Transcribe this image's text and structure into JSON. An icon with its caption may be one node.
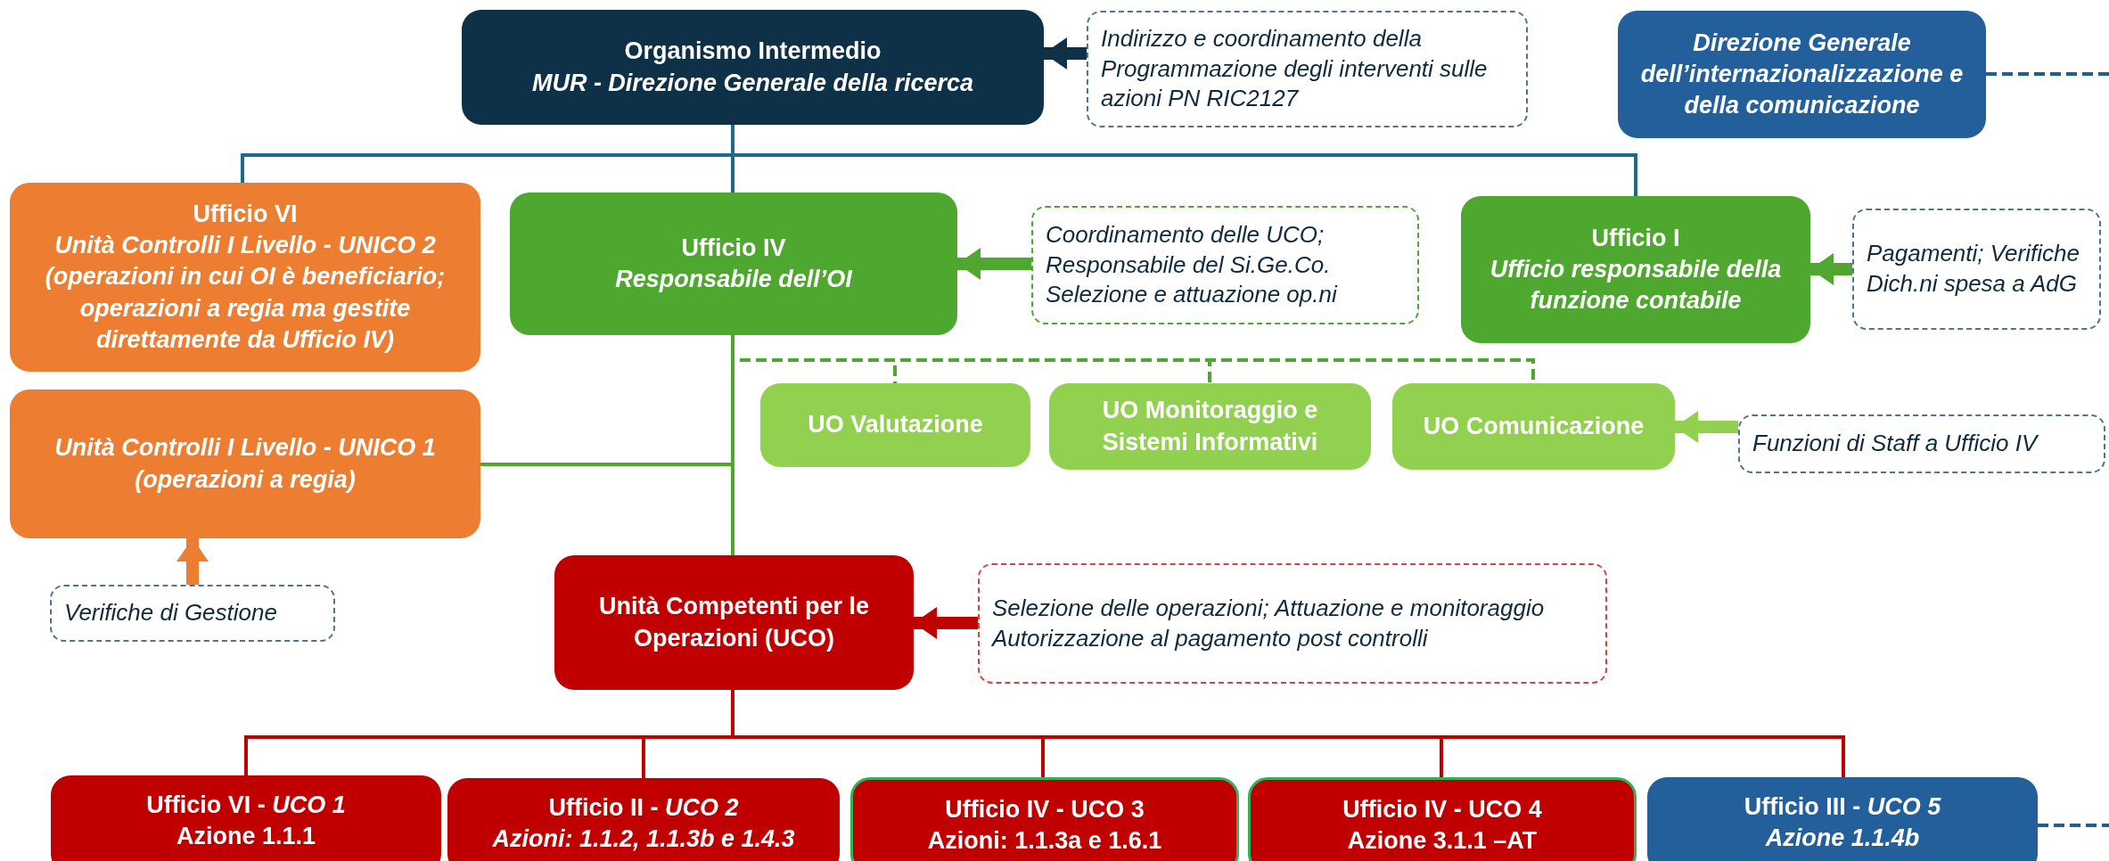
{
  "diagram": {
    "nodes": [
      {
        "text": [
          "Organismo Intermedio",
          "MUR - Direzione Generale della ricerca"
        ]
      },
      {
        "text": [
          "Indirizzo e coordinamento della Programmazione degli interventi sulle azioni PN RIC2127"
        ]
      },
      {
        "text": [
          "Direzione Generale dell’internazionalizzazione e della comunicazione"
        ]
      },
      {
        "text": [
          "Ufficio VI",
          "Unità Controlli I Livello - UNICO 2 (operazioni in cui OI è beneficiario; operazioni a regia ma gestite direttamente da Ufficio IV)"
        ]
      },
      {
        "text": [
          "Ufficio IV",
          "Responsabile dell’OI"
        ]
      },
      {
        "text": [
          "Coordinamento delle UCO; Responsabile del Si.Ge.Co. Selezione e attuazione op.ni"
        ]
      },
      {
        "text": [
          "Ufficio I",
          "Ufficio responsabile della funzione contabile"
        ]
      },
      {
        "text": [
          "Pagamenti; Verifiche Dich.ni spesa a AdG"
        ]
      },
      {
        "text": [
          "Unità Controlli I Livello - UNICO 1 (operazioni a regia)"
        ]
      },
      {
        "text": [
          "UO Valutazione"
        ]
      },
      {
        "text": [
          "UO Monitoraggio e Sistemi Informativi"
        ]
      },
      {
        "text": [
          "UO Comunicazione"
        ]
      },
      {
        "text": [
          "Funzioni di Staff a Ufficio IV"
        ]
      },
      {
        "text": [
          "Verifiche di Gestione"
        ]
      },
      {
        "text": [
          "Unità Competenti per le Operazioni (UCO)"
        ]
      },
      {
        "text": [
          "Selezione delle operazioni; Attuazione e monitoraggio Autorizzazione al pagamento post controlli"
        ]
      },
      {
        "text": [
          "Ufficio VI - *UCO 1*",
          "Azione 1.1.1"
        ]
      },
      {
        "text": [
          "Ufficio II - *UCO 2*",
          "Azioni: 1.1.2, 1.1.3b e 1.4.3"
        ]
      },
      {
        "text": [
          "Ufficio IV - UCO 3",
          "Azioni: 1.1.3a e 1.6.1"
        ]
      },
      {
        "text": [
          "Ufficio IV - UCO 4",
          "Azione 3.1.1 –AT"
        ]
      },
      {
        "text": [
          "Ufficio III - *UCO 5*",
          "Azione 1.1.4b"
        ]
      }
    ],
    "edges": [
      {
        "from": 1,
        "to": 0,
        "arrow": "to",
        "style": "thick",
        "color": "#0f3147"
      },
      {
        "from": 2,
        "to": null,
        "arrow": "none",
        "style": "dashed",
        "color": "#1f5f8b"
      },
      {
        "from": 0,
        "to": 3,
        "arrow": "none",
        "color": "#1f6a8a"
      },
      {
        "from": 0,
        "to": 4,
        "arrow": "none",
        "color": "#1f6a8a"
      },
      {
        "from": 0,
        "to": 6,
        "arrow": "none",
        "color": "#1f6a8a"
      },
      {
        "from": 5,
        "to": 4,
        "arrow": "to",
        "style": "thick",
        "color": "#4ea72e"
      },
      {
        "from": 7,
        "to": 6,
        "arrow": "to",
        "style": "thick",
        "color": "#4ea72e"
      },
      {
        "from": 4,
        "to": 9,
        "arrow": "none",
        "style": "dashed",
        "color": "#4ea72e"
      },
      {
        "from": 4,
        "to": 10,
        "arrow": "none",
        "style": "dashed",
        "color": "#4ea72e"
      },
      {
        "from": 4,
        "to": 11,
        "arrow": "none",
        "style": "dashed",
        "color": "#4ea72e"
      },
      {
        "from": 4,
        "to": 8,
        "arrow": "none",
        "color": "#4ea72e"
      },
      {
        "from": 4,
        "to": 14,
        "arrow": "none",
        "color": "#4ea72e"
      },
      {
        "from": 12,
        "to": 11,
        "arrow": "to",
        "style": "thick",
        "color": "#92d050"
      },
      {
        "from": 13,
        "to": 8,
        "arrow": "to",
        "style": "thick",
        "color": "#ed7d31"
      },
      {
        "from": 15,
        "to": 14,
        "arrow": "to",
        "style": "thick",
        "color": "#c00000"
      },
      {
        "from": 14,
        "to": 16,
        "arrow": "none",
        "color": "#c00000"
      },
      {
        "from": 14,
        "to": 17,
        "arrow": "none",
        "color": "#c00000"
      },
      {
        "from": 14,
        "to": 18,
        "arrow": "none",
        "color": "#c00000"
      },
      {
        "from": 14,
        "to": 19,
        "arrow": "none",
        "color": "#c00000"
      },
      {
        "from": 14,
        "to": 20,
        "arrow": "none",
        "color": "#c00000"
      },
      {
        "from": 20,
        "to": null,
        "arrow": "none",
        "style": "dashed",
        "color": "#1f5f8b"
      }
    ]
  }
}
